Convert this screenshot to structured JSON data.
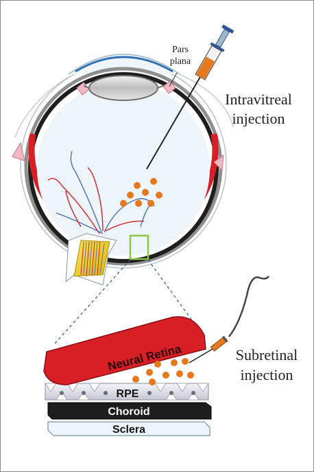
{
  "labels": {
    "pars_plana_line1": "Pars",
    "pars_plana_line2": "plana",
    "intravitreal_line1": "Intravitreal",
    "intravitreal_line2": "injection",
    "subretinal_line1": "Subretinal",
    "subretinal_line2": "injection",
    "neural_retina": "Neural Retina",
    "rpe": "RPE",
    "choroid": "Choroid",
    "sclera": "Sclera"
  },
  "colors": {
    "retina_red": "#d81f26",
    "choroid_black": "#1e1e1e",
    "particle_orange": "#e8781e",
    "highlight_green": "#8cc63f",
    "syringe_blue": "#2f5597",
    "optic_nerve_yellow": "#f2d22a"
  }
}
